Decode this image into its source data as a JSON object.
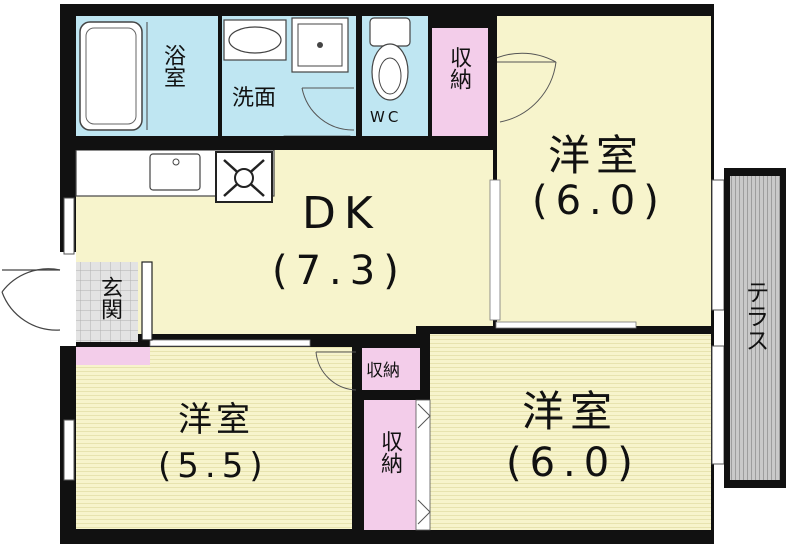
{
  "floorplan": {
    "colors": {
      "wall": "#111111",
      "room_floor": "#f7f4cc",
      "wet_area": "#bfe6f2",
      "storage": "#f3cdea",
      "terrace": "#c9c9c9",
      "entrance_tile": "#dcdcdc",
      "fixture": "#ffffff"
    },
    "rooms": {
      "bath": {
        "label": "浴室"
      },
      "washroom": {
        "label": "洗面"
      },
      "toilet": {
        "label": "WC"
      },
      "storage_top": {
        "label": "収納"
      },
      "western_ne": {
        "label": "洋室",
        "size": "(6.0)"
      },
      "dk": {
        "label": "DK",
        "size": "(7.3)"
      },
      "entrance": {
        "label": "玄関"
      },
      "storage_middle": {
        "label": "収納"
      },
      "western_sw": {
        "label": "洋室",
        "size": "(5.5)"
      },
      "storage_bottom": {
        "label": "収納"
      },
      "western_se": {
        "label": "洋室",
        "size": "(6.0)"
      },
      "terrace": {
        "label": "テラス"
      }
    }
  }
}
